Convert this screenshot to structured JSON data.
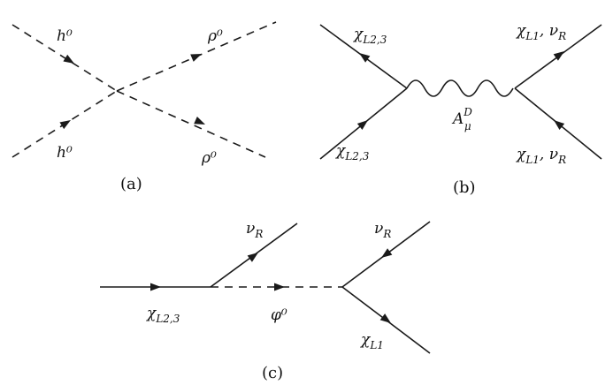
{
  "panel_a": {
    "caption": "(a)",
    "label_top_left": "h⁰",
    "label_bottom_left": "h⁰",
    "label_top_right": "ρ⁰",
    "label_bottom_right": "ρ⁰"
  },
  "panel_b": {
    "caption": "(b)",
    "label_top_left": "χ",
    "label_top_left_sub": "L2,3",
    "label_bottom_left": "χ",
    "label_bottom_left_sub": "L2,3",
    "label_top_right_chi": "χ",
    "label_top_right_chi_sub": "L1",
    "label_top_right_sep": ", ν",
    "label_top_right_nu_sub": "R",
    "label_bottom_right_chi": "χ",
    "label_bottom_right_chi_sub": "L1",
    "label_bottom_right_sep": ", ν",
    "label_bottom_right_nu_sub": "R",
    "boson": "A",
    "boson_sup": "D",
    "boson_sub": "μ"
  },
  "panel_c": {
    "caption": "(c)",
    "label_incoming": "χ",
    "label_incoming_sub": "L2,3",
    "label_nu_left": "ν",
    "label_nu_left_sub": "R",
    "label_mediator": "φ⁰",
    "label_nu_right": "ν",
    "label_nu_right_sub": "R",
    "label_chi_out": "χ",
    "label_chi_out_sub": "L1"
  }
}
